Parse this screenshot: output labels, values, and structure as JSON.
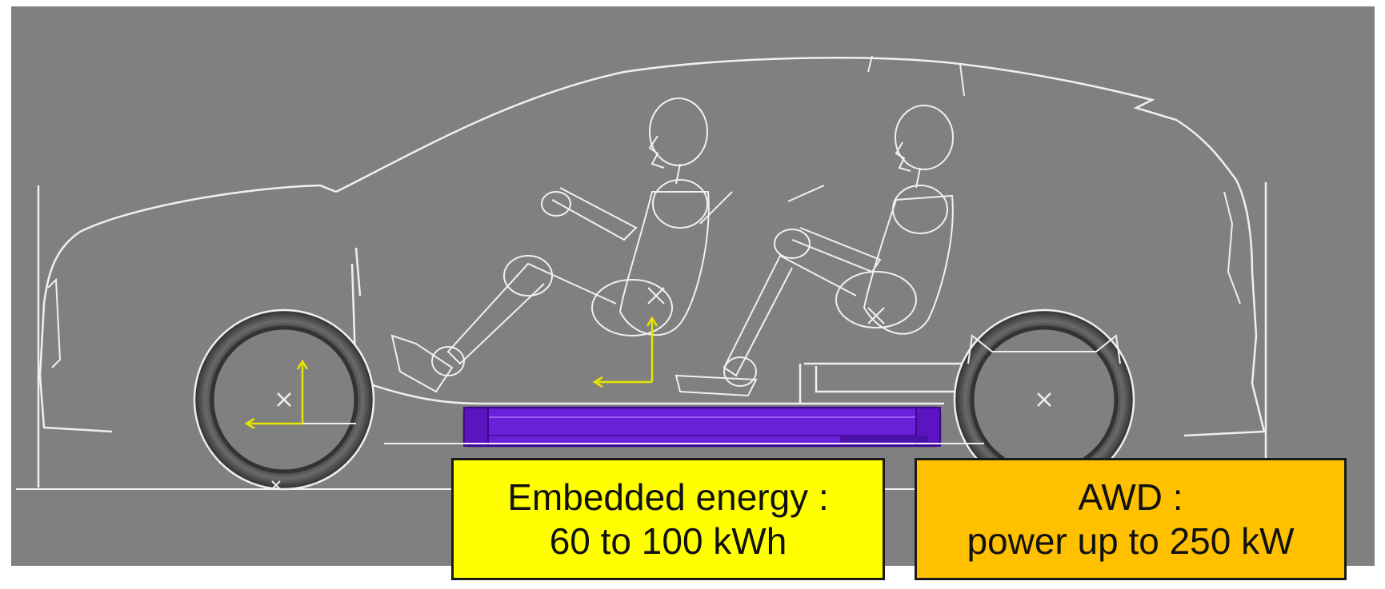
{
  "colors": {
    "background_panel": "#808080",
    "outline": "#f2f2f2",
    "tire": "#4a4a4a",
    "axis_marker": "#e6e600",
    "battery": "#6a1fd8",
    "energy_box_fill": "#ffff00",
    "awd_box_fill": "#ffc000"
  },
  "callouts": {
    "energy": {
      "line1": "Embedded energy :",
      "line2": "60 to 100 kWh"
    },
    "awd": {
      "line1": "AWD :",
      "line2": "power up to 250 kW"
    }
  }
}
